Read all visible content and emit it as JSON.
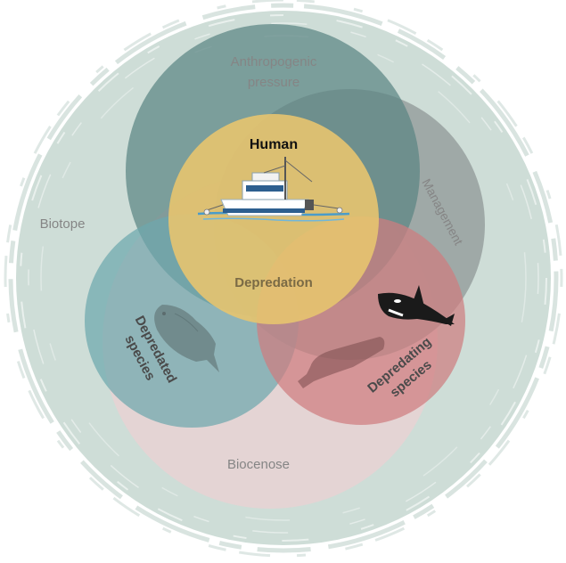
{
  "labels": {
    "anthropogenic_line1": "Anthropogenic",
    "anthropogenic_line2": "pressure",
    "biotope": "Biotope",
    "management": "Management",
    "human": "Human",
    "depredation": "Depredation",
    "depredated_line1": "Depredated",
    "depredated_line2": "species",
    "depredating_line1": "Depredating",
    "depredating_line2": "species",
    "biocenose": "Biocenose"
  },
  "colors": {
    "biotope": "#c9d9d3",
    "anthropogenic": "#5c8584",
    "human": "#e7c46f",
    "management": "#9aa3a2",
    "depredated": "#6ea8ad",
    "depredating": "#cf7d80",
    "biocenose": "#e8d2d3",
    "label_gray": "#858585",
    "label_dark": "#111111",
    "depredation_text": "#7a6a45",
    "species_text": "#4a4a4a"
  },
  "icons": [
    "fishing-boat-icon",
    "grouper-fish-icon",
    "orca-icon",
    "sperm-whale-icon"
  ]
}
